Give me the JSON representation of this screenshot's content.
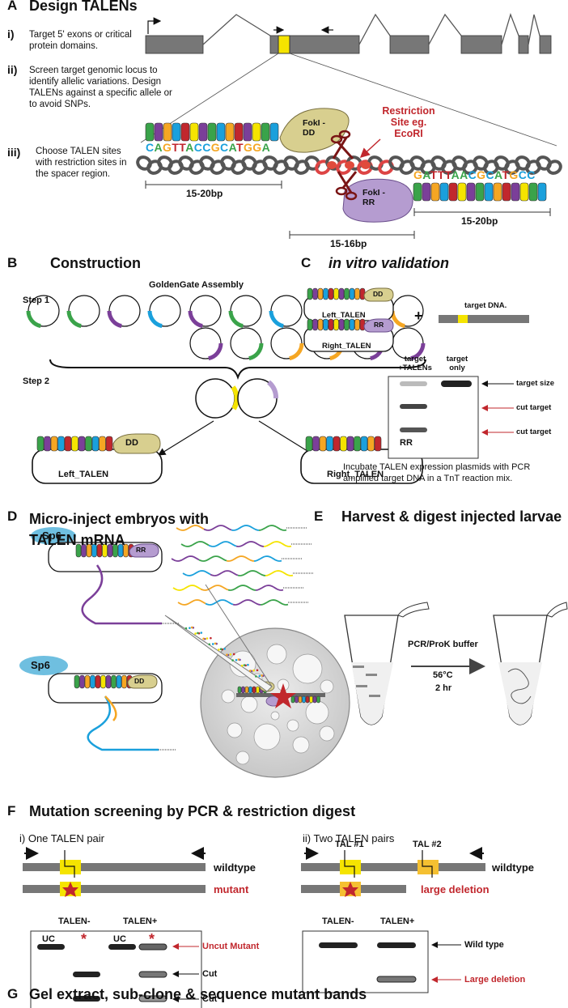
{
  "colors": {
    "gray": "#777777",
    "yellow": "#f5e400",
    "orange": "#f5a623",
    "red": "#c1272d",
    "purple": "#7b3f99",
    "blue": "#1aa0dc",
    "green": "#3aa34a",
    "foki_dd": "#d8cf8f",
    "foki_rr": "#b59cd0",
    "sp6": "#6fbfe0"
  },
  "A": {
    "letter": "A",
    "title": "Design TALENs",
    "i_num": "i)",
    "i_text": "Target 5' exons or critical protein domains.",
    "ii_num": "ii)",
    "ii_text": "Screen target genomic locus to identify allelic variations. Design TALENs against a specific allele or to avoid SNPs.",
    "iii_num": "iii)",
    "iii_text": "Choose TALEN sites with restriction sites in the spacer region.",
    "left_seq": "CAGTTACCGCATGGA",
    "right_seq": "GATTTAACGCATGCC",
    "foki_dd": "FokI -DD",
    "foki_rr": "FokI -RR",
    "restriction_site": "Restriction Site eg. EcoRI",
    "left_len": "15-20bp",
    "spacer_len": "15-16bp",
    "right_len": "15-20bp"
  },
  "B": {
    "letter": "B",
    "title": "Construction",
    "assembly": "GoldenGate Assembly",
    "step1": "Step 1",
    "step2": "Step 2",
    "left_talen": "Left_TALEN",
    "right_talen": "Right_TALEN",
    "dd": "DD",
    "rr": "RR"
  },
  "C": {
    "letter": "C",
    "title": "in vitro validation",
    "left_talen": "Left_TALEN",
    "right_talen": "Right_TALEN",
    "dd": "DD",
    "rr": "RR",
    "plus": "+",
    "target_dna": "target DNA.",
    "lane1": "target +TALENs",
    "lane2": "target only",
    "target_size": "target size",
    "cut_target_1": "cut target",
    "cut_target_2": "cut target",
    "caption": "Incubate TALEN expression plasmids with PCR amplified target DNA in a TnT reaction mix."
  },
  "D": {
    "letter": "D",
    "title": "Micro-inject embryos with TALEN mRNA",
    "sp6_1": "Sp6",
    "sp6_2": "Sp6",
    "rr": "RR",
    "dd": "DD"
  },
  "E": {
    "letter": "E",
    "title": "Harvest & digest injected larvae",
    "buffer": "PCR/ProK buffer",
    "temp": "56°C",
    "time": "2 hr"
  },
  "F": {
    "letter": "F",
    "title": "Mutation screening by PCR & restriction digest",
    "i_title": "i) One TALEN pair",
    "wildtype_1": "wildtype",
    "mutant": "mutant",
    "talen_minus_1": "TALEN-",
    "talen_plus_1": "TALEN+",
    "uc_1": "UC",
    "uc_2": "UC",
    "star_1": "*",
    "star_2": "*",
    "uncut_mutant": "Uncut Mutant",
    "cut_1": "Cut",
    "cut_2": "Cut",
    "ii_title": "ii) Two TALEN pairs",
    "tal1": "TAL #1",
    "tal2": "TAL #2",
    "wildtype_2": "wildtype",
    "large_deletion": "large deletion",
    "talen_minus_2": "TALEN-",
    "talen_plus_2": "TALEN+",
    "wild_type_band": "Wild type",
    "large_deletion_band": "Large deletion"
  },
  "G": {
    "letter": "G",
    "title": "Gel extract, sub-clone & sequence mutant bands"
  }
}
